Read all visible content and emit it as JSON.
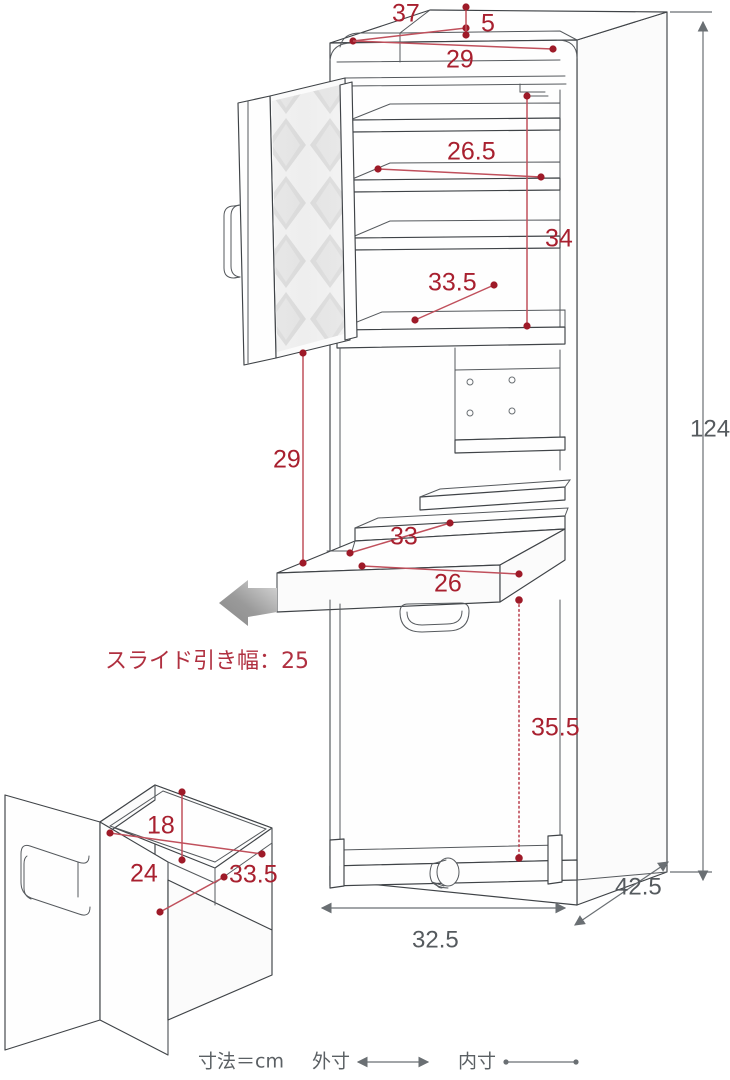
{
  "diagram": {
    "title": "Cabinet dimension drawing",
    "unit_note": "寸法＝cm",
    "legend": {
      "unit_text": "寸法＝cm",
      "exterior_label": "外寸",
      "interior_label": "内寸"
    },
    "note": {
      "slide_width_label": "スライド引き幅：25"
    },
    "colors": {
      "interior_dim": "#a8202f",
      "exterior_dim": "#555a5e",
      "note_text": "#b03040",
      "outline": "#3f4347",
      "background": "#ffffff"
    },
    "exterior_dimensions": [
      {
        "name": "height",
        "value": "124"
      },
      {
        "name": "width",
        "value": "32.5"
      },
      {
        "name": "depth",
        "value": "42.5"
      }
    ],
    "interior_dimensions": [
      {
        "name": "top-shelf-depth",
        "value": "37"
      },
      {
        "name": "top-rail-height",
        "value": "5"
      },
      {
        "name": "top-shelf-width",
        "value": "29"
      },
      {
        "name": "upper-shelf-width",
        "value": "26.5"
      },
      {
        "name": "upper-cabinet-height",
        "value": "34"
      },
      {
        "name": "upper-shelf-depth",
        "value": "33.5"
      },
      {
        "name": "glass-door-height",
        "value": "29"
      },
      {
        "name": "slide-shelf-depth",
        "value": "33"
      },
      {
        "name": "slide-shelf-width",
        "value": "26"
      },
      {
        "name": "lower-compartment-height",
        "value": "35.5"
      }
    ],
    "drawer_dimensions": [
      {
        "name": "drawer-inner-height",
        "value": "18"
      },
      {
        "name": "drawer-inner-width",
        "value": "24"
      },
      {
        "name": "drawer-inner-depth",
        "value": "33.5"
      }
    ]
  },
  "labels": {
    "d37": "37",
    "d5": "5",
    "d29_top": "29",
    "d26_5": "26.5",
    "d34": "34",
    "d33_5_upper": "33.5",
    "d29_door": "29",
    "d33": "33",
    "d26": "26",
    "d35_5": "35.5",
    "d124": "124",
    "d32_5": "32.5",
    "d42_5": "42.5",
    "d18": "18",
    "d24": "24",
    "d33_5_drawer": "33.5",
    "slide_note": "スライド引き幅：25",
    "legend_unit": "寸法＝cm",
    "legend_exterior": "外寸",
    "legend_interior": "内寸"
  }
}
